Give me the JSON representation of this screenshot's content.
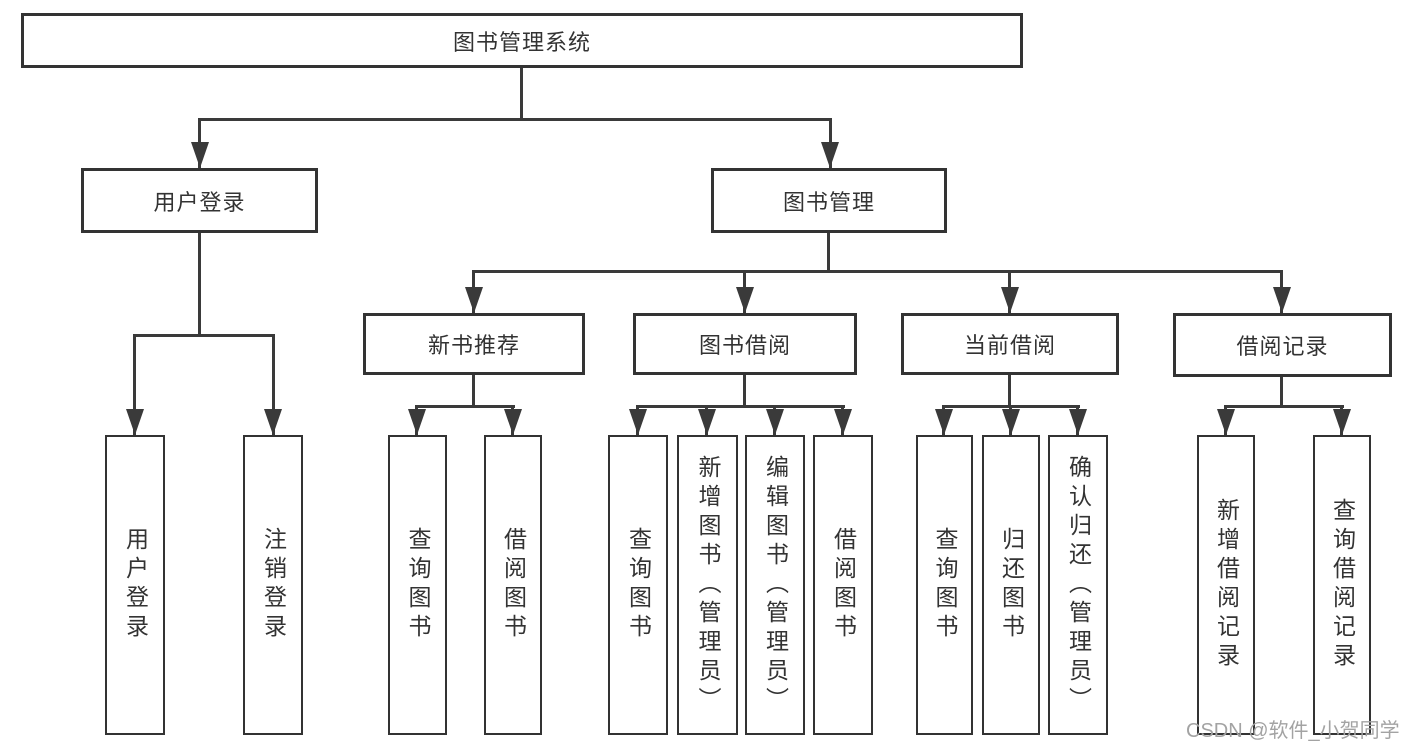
{
  "title": "图书管理系统",
  "tree": {
    "root": "图书管理系统",
    "level2": {
      "user_login": "用户登录",
      "book_mgmt": "图书管理"
    },
    "user_login_children": [
      "用户登录",
      "注销登录"
    ],
    "book_mgmt_sections": {
      "new_book": "新书推荐",
      "book_borrow": "图书借阅",
      "current_borrow": "当前借阅",
      "borrow_record": "借阅记录"
    },
    "new_book_children": [
      "查询图书",
      "借阅图书"
    ],
    "book_borrow_children": [
      "查询图书",
      "新增图书（管理员）",
      "编辑图书（管理员）",
      "借阅图书"
    ],
    "current_borrow_children": [
      "查询图书",
      "归还图书",
      "确认归还（管理员）"
    ],
    "borrow_record_children": [
      "新增借阅记录",
      "查询借阅记录"
    ]
  },
  "watermark": "CSDN @软件_小贺同学",
  "colors": {
    "line": "#3a3a3a",
    "text": "#333333",
    "watermark": "#a3a3a3",
    "background": "#ffffff"
  }
}
